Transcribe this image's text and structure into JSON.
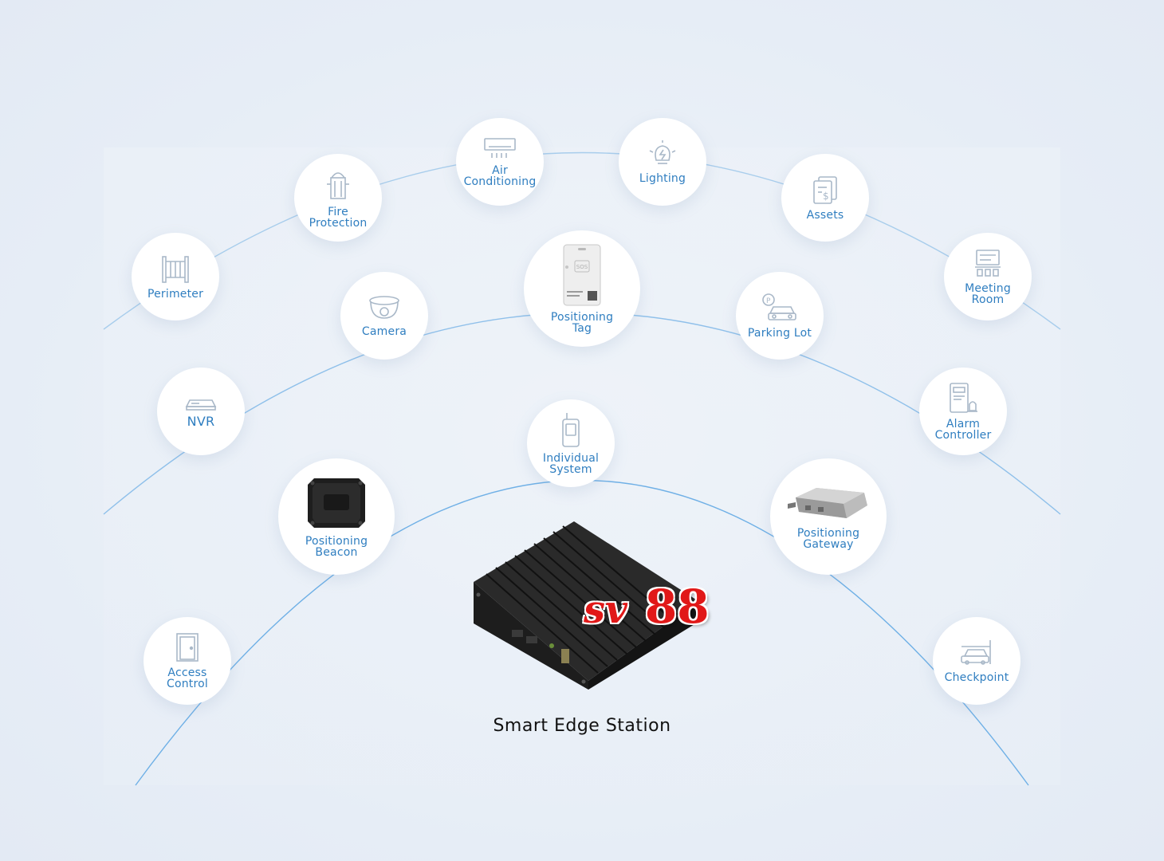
{
  "diagram": {
    "center": {
      "title": "Smart Edge Station",
      "watermark_a": "sv",
      "watermark_b": "88"
    },
    "outer_ring": {
      "perimeter": "Perimeter",
      "fire_protection": [
        "Fire",
        "Protection"
      ],
      "air_conditioning": [
        "Air",
        "Conditioning"
      ],
      "lighting": "Lighting",
      "assets": "Assets",
      "meeting_room": [
        "Meeting",
        "Room"
      ]
    },
    "middle_ring": {
      "nvr": "NVR",
      "camera": "Camera",
      "positioning_tag": [
        "Positioning",
        "Tag"
      ],
      "parking_lot": "Parking Lot",
      "alarm_controller": [
        "Alarm",
        "Controller"
      ]
    },
    "inner_ring": {
      "access_control": [
        "Access",
        "Control"
      ],
      "positioning_beacon": [
        "Positioning",
        "Beacon"
      ],
      "individual_system": [
        "Individual",
        "System"
      ],
      "positioning_gateway": [
        "Positioning",
        "Gateway"
      ],
      "checkpoint": "Checkpoint"
    }
  },
  "colors": {
    "arc": "#9cc6ea",
    "label": "#2f7ec0",
    "icon": "#a9b8c8"
  }
}
